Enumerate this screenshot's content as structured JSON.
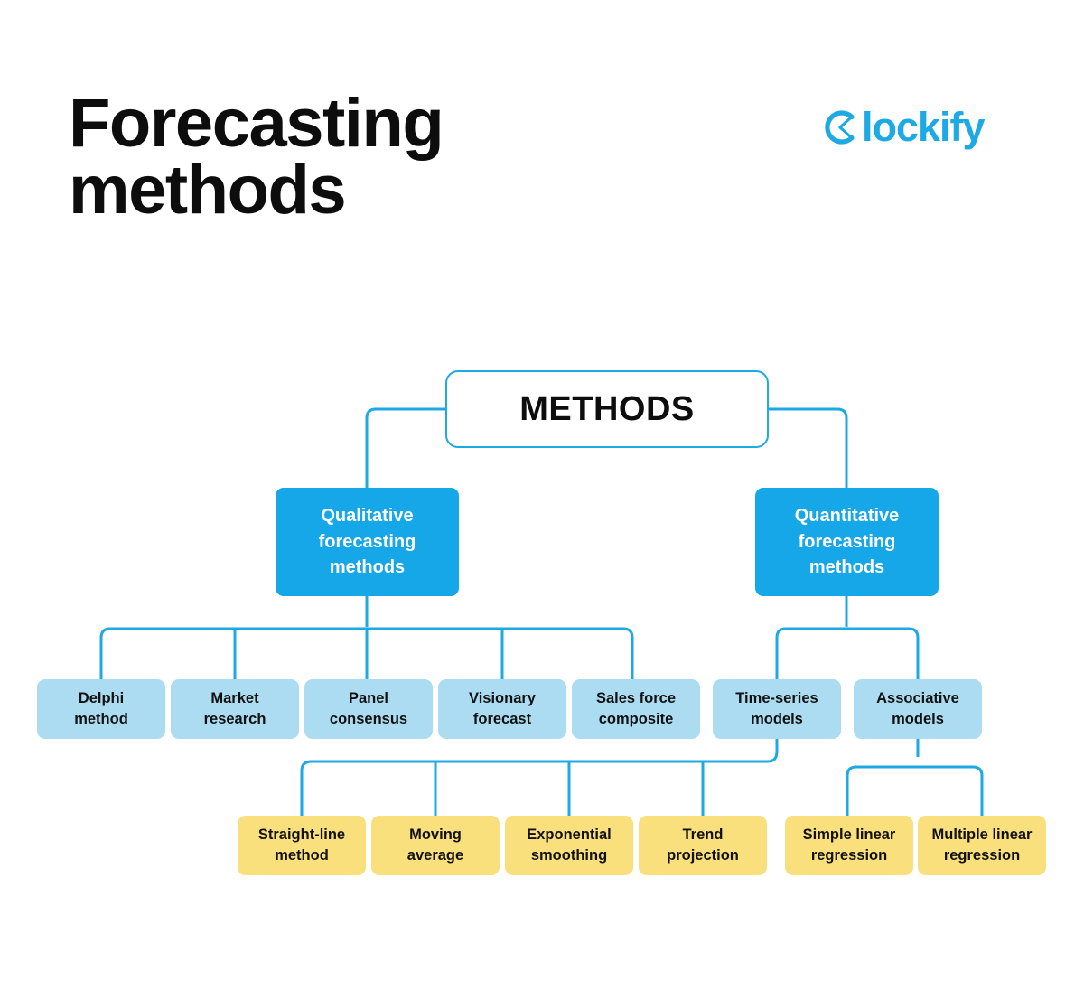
{
  "header": {
    "title": "Forecasting\nmethods",
    "brand": {
      "icon": "clockify-clock-c-icon",
      "word": "lockify",
      "color": "#1CA9E4"
    }
  },
  "colors": {
    "accent_blue": "#16A7E8",
    "outline_blue": "#1CA9E4",
    "light_blue": "#ABDCF1",
    "yellow": "#FADF7D",
    "text_dark": "#111111",
    "background": "#FFFFFF"
  },
  "diagram": {
    "type": "tree",
    "root": {
      "label": "METHODS"
    },
    "branches": [
      {
        "id": "qualitative",
        "label": "Qualitative\nforecasting\nmethods",
        "children": [
          {
            "id": "delphi-method",
            "label": "Delphi\nmethod"
          },
          {
            "id": "market-research",
            "label": "Market\nresearch"
          },
          {
            "id": "panel-consensus",
            "label": "Panel\nconsensus"
          },
          {
            "id": "visionary-forecast",
            "label": "Visionary\nforecast"
          },
          {
            "id": "sales-force-composite",
            "label": "Sales force\ncomposite"
          }
        ]
      },
      {
        "id": "quantitative",
        "label": "Quantitative\nforecasting\nmethods",
        "children": [
          {
            "id": "time-series-models",
            "label": "Time-series\nmodels",
            "children": [
              {
                "id": "straight-line-method",
                "label": "Straight-line\nmethod"
              },
              {
                "id": "moving-average",
                "label": "Moving\naverage"
              },
              {
                "id": "exponential-smoothing",
                "label": "Exponential\nsmoothing"
              },
              {
                "id": "trend-projection",
                "label": "Trend\nprojection"
              }
            ]
          },
          {
            "id": "associative-models",
            "label": "Associative\nmodels",
            "children": [
              {
                "id": "simple-linear-regression",
                "label": "Simple linear\nregression"
              },
              {
                "id": "multiple-linear-regression",
                "label": "Multiple linear\nregression"
              }
            ]
          }
        ]
      }
    ]
  }
}
